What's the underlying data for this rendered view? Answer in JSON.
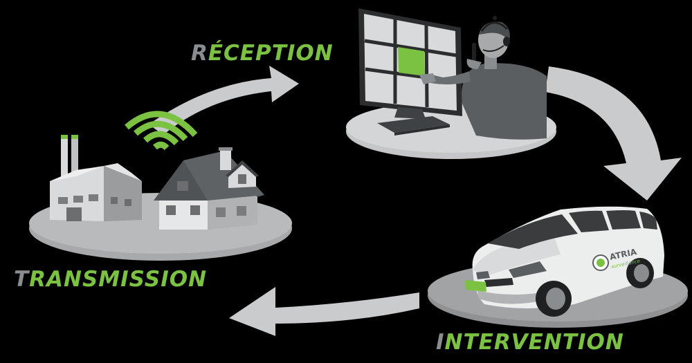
{
  "stages": {
    "reception": {
      "initial": "R",
      "rest": "ÉCEPTION"
    },
    "transmission": {
      "initial": "T",
      "rest": "RANSMISSION"
    },
    "intervention": {
      "initial": "I",
      "rest": "NTERVENTION"
    }
  },
  "vehicle": {
    "brand": "ATRIA",
    "tagline": "surveillance"
  },
  "colors": {
    "background": "#000000",
    "accent_green": "#7bc142",
    "arrow_gray": "#c9cbcc",
    "platform_gray": "#a7a9ab",
    "dark_gray": "#5b5e60",
    "light_gray": "#d9dadb",
    "label_initial_gray": "#8a8d8f"
  },
  "icons": [
    "factory-icon",
    "house-icon",
    "wireless-signal-icon",
    "operator-icon",
    "monitor-wall-icon",
    "keyboard-icon",
    "security-car-icon",
    "cycle-arrow-icon"
  ]
}
